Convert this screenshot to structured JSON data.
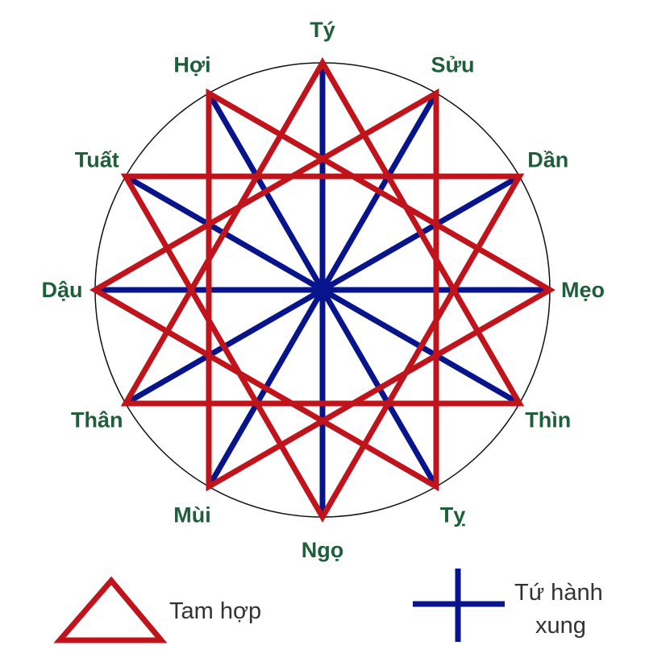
{
  "colors": {
    "tam_hop": "#c0141c",
    "tu_hanh_xung": "#08148c",
    "label": "#1f5e3a",
    "circle": "#111111"
  },
  "zodiac": [
    {
      "id": "ty-rat",
      "name": "Tý"
    },
    {
      "id": "suu",
      "name": "Sửu"
    },
    {
      "id": "dan",
      "name": "Dần"
    },
    {
      "id": "meo",
      "name": "Mẹo"
    },
    {
      "id": "thin",
      "name": "Thìn"
    },
    {
      "id": "ty-snake",
      "name": "Tỵ"
    },
    {
      "id": "ngo",
      "name": "Ngọ"
    },
    {
      "id": "mui",
      "name": "Mùi"
    },
    {
      "id": "than",
      "name": "Thân"
    },
    {
      "id": "dau",
      "name": "Dậu"
    },
    {
      "id": "tuat",
      "name": "Tuất"
    },
    {
      "id": "hoi",
      "name": "Hợi"
    }
  ],
  "tam_hop_groups": [
    [
      0,
      4,
      8
    ],
    [
      1,
      5,
      9
    ],
    [
      2,
      6,
      10
    ],
    [
      3,
      7,
      11
    ]
  ],
  "xung_pairs": [
    [
      0,
      6
    ],
    [
      1,
      7
    ],
    [
      2,
      8
    ],
    [
      3,
      9
    ],
    [
      4,
      10
    ],
    [
      5,
      11
    ]
  ],
  "legend": {
    "tam_hop_label": "Tam hợp",
    "tu_hanh_xung_line1": "Tứ hành",
    "tu_hanh_xung_line2": "xung"
  }
}
